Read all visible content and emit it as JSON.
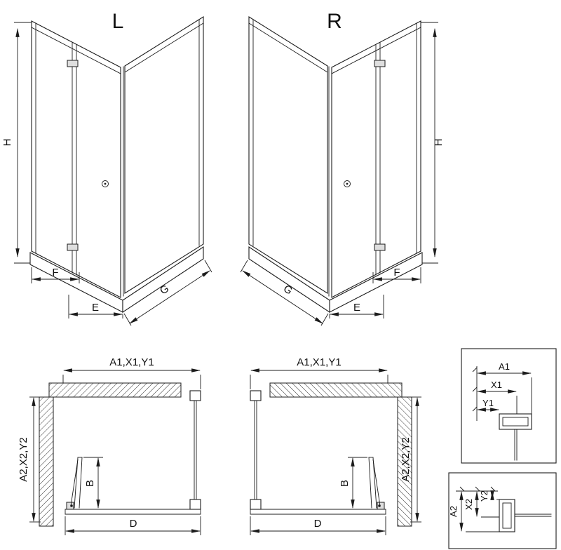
{
  "drawing": {
    "iso_left": {
      "title": "L",
      "height": "H",
      "fixed_width": "F",
      "door_width": "E",
      "side_depth": "G"
    },
    "iso_right": {
      "title": "R",
      "height": "H",
      "fixed_width": "F",
      "door_width": "E",
      "side_depth": "G"
    },
    "plan_left": {
      "width_range": "A1,X1,Y1",
      "depth_range": "A2,X2,Y2",
      "fold_depth": "B",
      "entry_width": "D"
    },
    "plan_right": {
      "width_range": "A1,X1,Y1",
      "depth_range": "A2,X2,Y2",
      "fold_depth": "B",
      "entry_width": "D"
    },
    "detail_width_profile": {
      "labels": [
        "A1",
        "X1",
        "Y1"
      ]
    },
    "detail_depth_profile": {
      "labels": [
        "A2",
        "X2",
        "Y2"
      ]
    },
    "colors": {
      "line": "#1c1c1c",
      "background": "#ffffff"
    }
  }
}
